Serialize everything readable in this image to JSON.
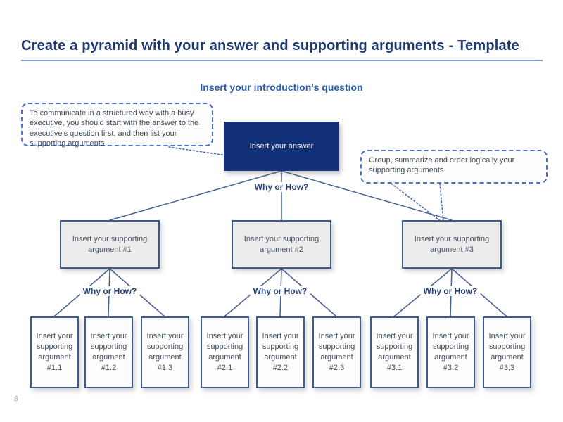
{
  "slide": {
    "title": "Create a pyramid with your answer and supporting arguments - Template",
    "page_number": "8"
  },
  "diagram": {
    "question_label": "Insert your introduction's question",
    "answer_box_label": "Insert your answer",
    "why_or_how": "Why or How?",
    "callout_left": "To communicate in a structured way with a busy executive, you should start with the answer to the executive's question first, and then list your supporting arguments",
    "callout_right": "Group, summarize and order logically your supporting arguments",
    "tier2": [
      {
        "label": "Insert your supporting argument #1"
      },
      {
        "label": "Insert your supporting argument #2"
      },
      {
        "label": "Insert your supporting argument #3"
      }
    ],
    "tier3": [
      {
        "label": "Insert your supporting argument #1.1"
      },
      {
        "label": "Insert your supporting argument #1.2"
      },
      {
        "label": "Insert your supporting argument #1.3"
      },
      {
        "label": "Insert your supporting argument #2.1"
      },
      {
        "label": "Insert your supporting argument #2.2"
      },
      {
        "label": "Insert your supporting argument #2.3"
      },
      {
        "label": "Insert your supporting argument #3.1"
      },
      {
        "label": "Insert your supporting argument #3.2"
      },
      {
        "label": "Insert your supporting argument #3,3"
      }
    ]
  },
  "colors": {
    "title_text": "#1f3a6e",
    "title_rule": "#7b9cd0",
    "question_text": "#2b5db0",
    "answer_fill": "#123178",
    "answer_text": "#ffffff",
    "box_border": "#3c5b8e",
    "tier2_fill": "#ececec",
    "tier3_fill": "#fdfdfd",
    "connector_line": "#44618f",
    "callout_border": "#4a6fc4",
    "body_text": "#454f5d",
    "page_number_text": "#9aa2ad"
  }
}
